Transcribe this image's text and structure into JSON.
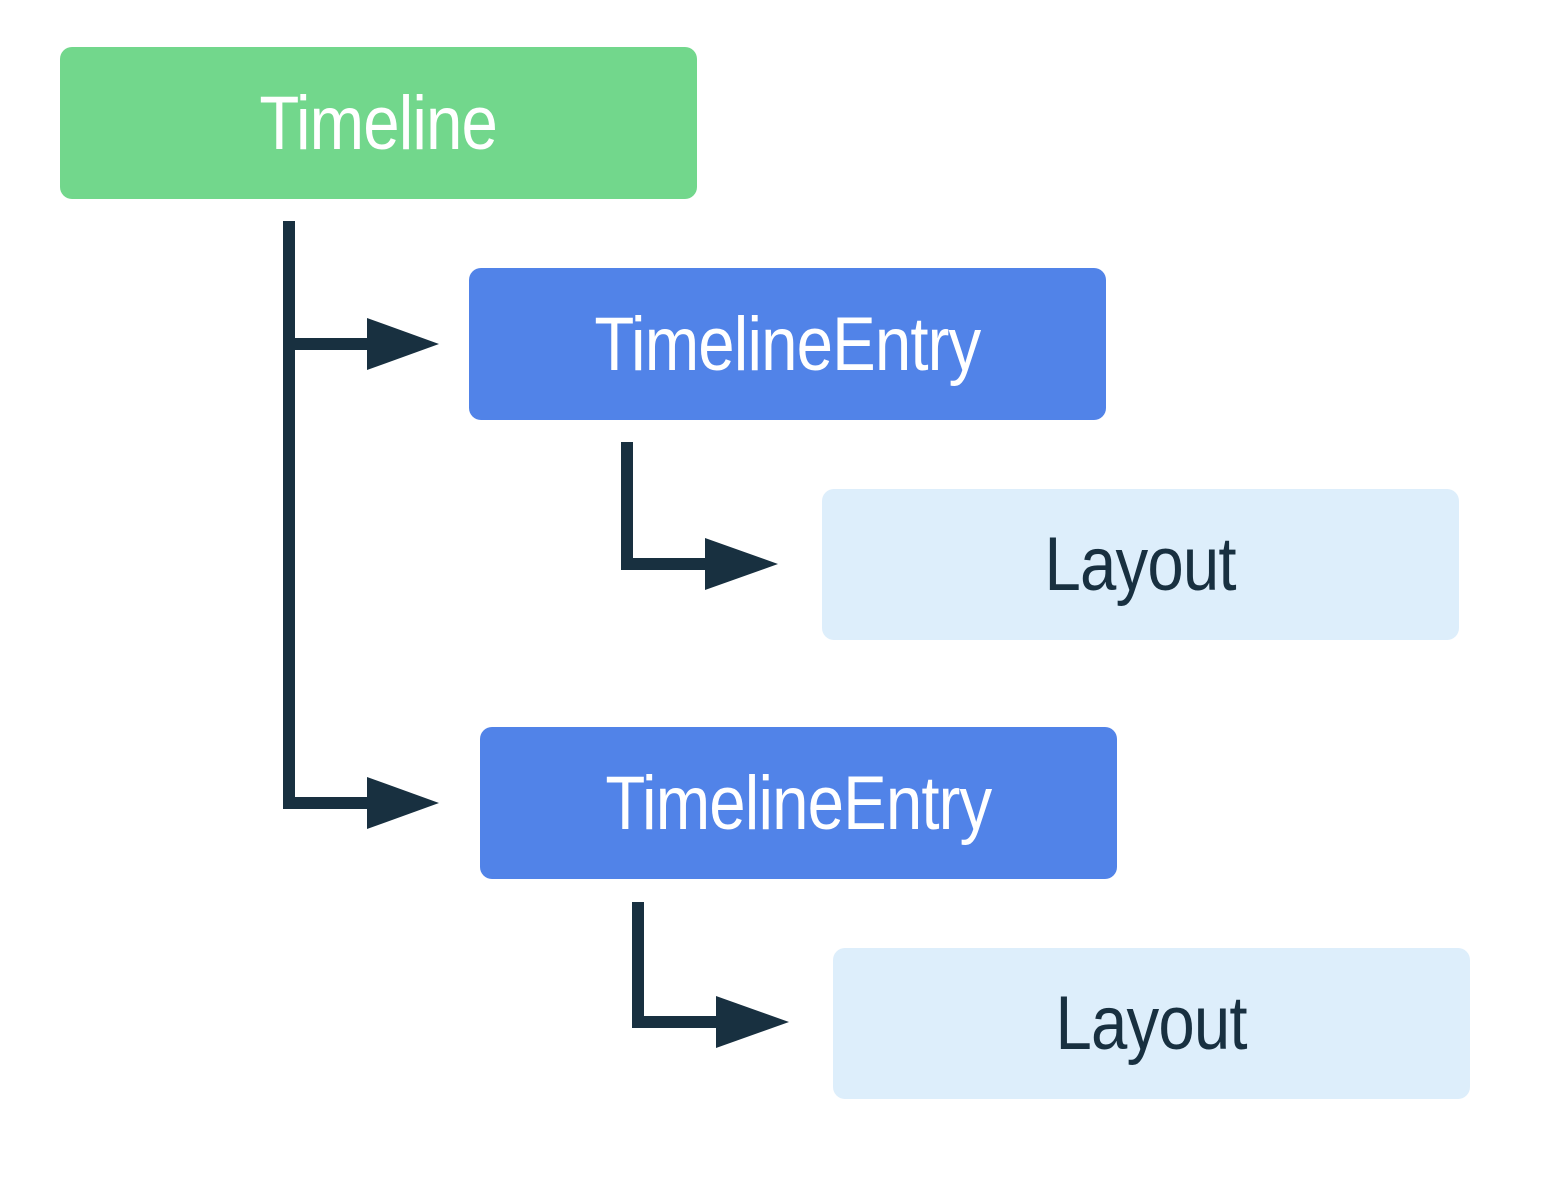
{
  "colors": {
    "root_fill": "#72d78c",
    "root_text": "#ffffff",
    "entry_fill": "#5183e8",
    "entry_text": "#ffffff",
    "layout_fill": "#ddeefb",
    "layout_text": "#183040",
    "connector": "#183040"
  },
  "nodes": {
    "root": {
      "label": "Timeline"
    },
    "entry_1": {
      "label": "TimelineEntry"
    },
    "layout_1": {
      "label": "Layout"
    },
    "entry_2": {
      "label": "TimelineEntry"
    },
    "layout_2": {
      "label": "Layout"
    }
  }
}
